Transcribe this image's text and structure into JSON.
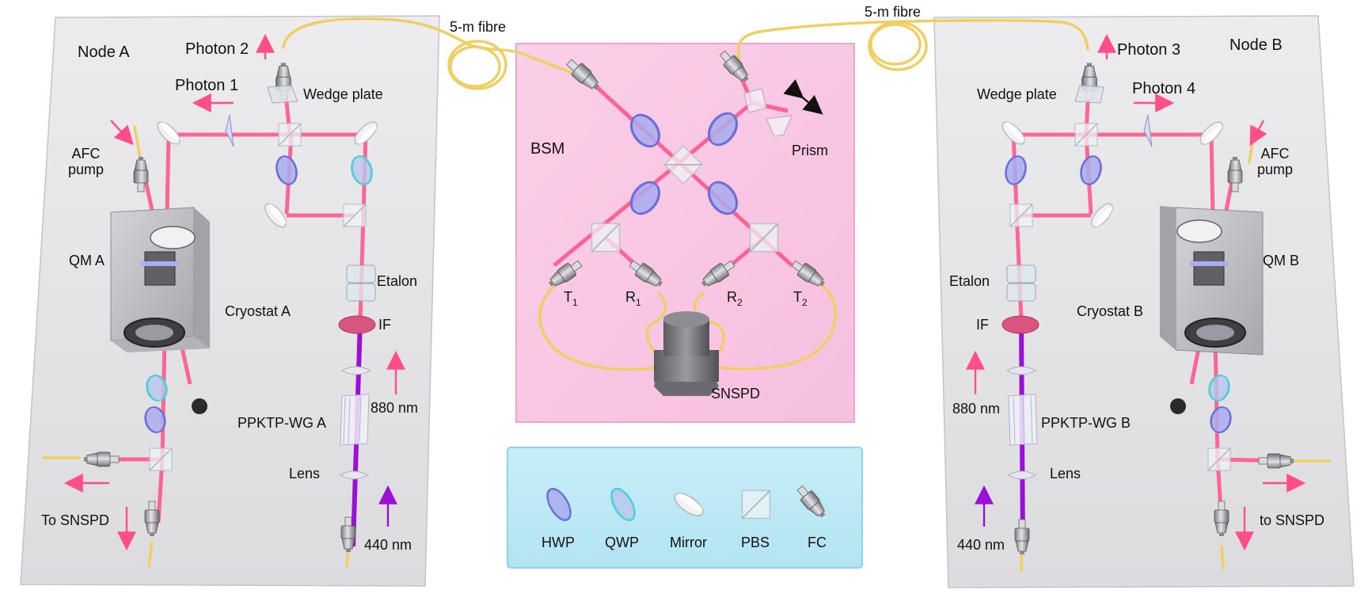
{
  "node_a": {
    "title": "Node A",
    "photon_2": "Photon 2",
    "photon_1": "Photon 1",
    "wedge_plate": "Wedge plate",
    "afc_pump": "AFC\npump",
    "qm": "QM A",
    "cryostat": "Cryostat A",
    "etalon": "Etalon",
    "if_filter": "IF",
    "wavelength_880": "880 nm",
    "ppktp": "PPKTP-WG A",
    "lens": "Lens",
    "wavelength_440": "440 nm",
    "to_snspd": "To SNSPD"
  },
  "node_b": {
    "title": "Node B",
    "photon_3": "Photon 3",
    "photon_4": "Photon 4",
    "wedge_plate": "Wedge plate",
    "afc_pump": "AFC\npump",
    "qm": "QM B",
    "cryostat": "Cryostat B",
    "etalon": "Etalon",
    "if_filter": "IF",
    "wavelength_880": "880 nm",
    "ppktp": "PPKTP-WG B",
    "lens": "Lens",
    "wavelength_440": "440 nm",
    "to_snspd": "to SNSPD"
  },
  "fibres": {
    "left": "5-m fibre",
    "right": "5-m fibre"
  },
  "bsm": {
    "title": "BSM",
    "prism": "Prism",
    "t1": "T",
    "t1_sub": "1",
    "r1": "R",
    "r1_sub": "1",
    "r2": "R",
    "r2_sub": "2",
    "t2": "T",
    "t2_sub": "2",
    "snspd": "SNSPD"
  },
  "legend": {
    "items": [
      {
        "label": "HWP",
        "icon": "hwp-icon"
      },
      {
        "label": "QWP",
        "icon": "qwp-icon"
      },
      {
        "label": "Mirror",
        "icon": "mirror-icon"
      },
      {
        "label": "PBS",
        "icon": "pbs-icon"
      },
      {
        "label": "FC",
        "icon": "fc-icon"
      }
    ]
  },
  "colors": {
    "node_panel": "#e7e7e9",
    "bsm_panel": "#f8c8e4",
    "legend_panel": "#bdeaf6",
    "beam_880": "#ff4f86",
    "beam_440": "#9b10d6",
    "fibre": "#f0cf62",
    "hwp": "#9fa3ec",
    "qwp": "#6fd6dd"
  }
}
